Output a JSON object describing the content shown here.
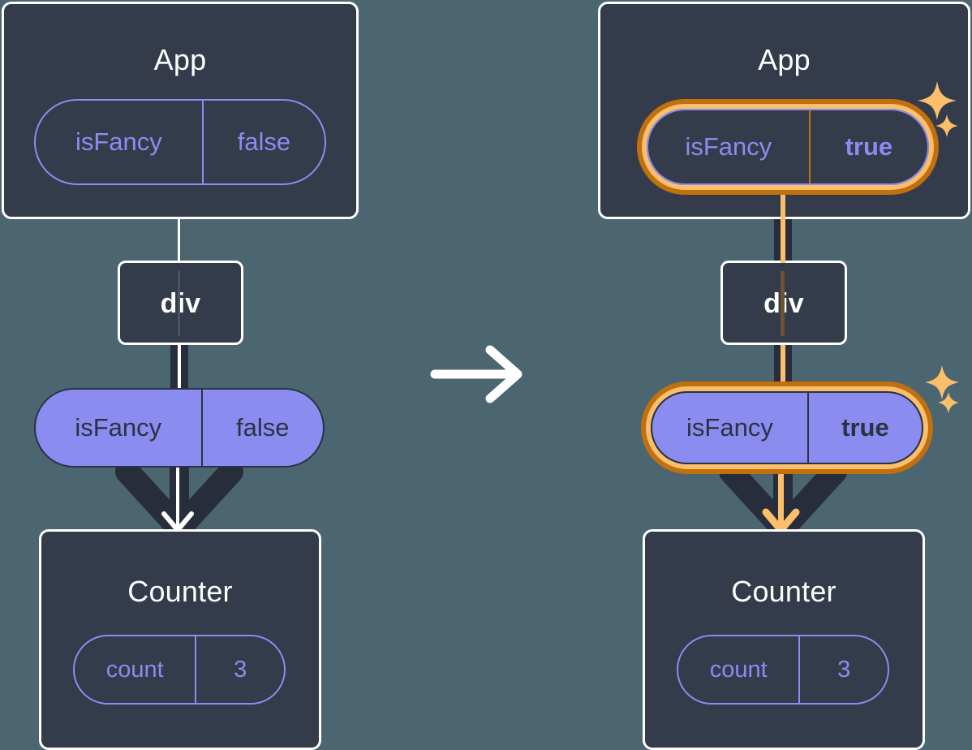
{
  "diagram": {
    "title_icon": "right-arrow-icon",
    "background_color": "#4B6670",
    "node_color": "#343B4A",
    "accent_purple": "#8A8CF0",
    "accent_orange": "#FBBF6C",
    "accent_orange_dark": "#C2700D",
    "transition_arrow_label": "→"
  },
  "before": {
    "app": {
      "title": "App",
      "state": {
        "key": "isFancy",
        "value": "false",
        "highlighted": false,
        "bold_value": false
      }
    },
    "div": {
      "title": "div"
    },
    "prop": {
      "key": "isFancy",
      "value": "false",
      "highlighted": false,
      "bold_value": false
    },
    "counter": {
      "title": "Counter",
      "state": {
        "key": "count",
        "value": "3",
        "highlighted": false,
        "bold_value": false
      }
    }
  },
  "after": {
    "app": {
      "title": "App",
      "state": {
        "key": "isFancy",
        "value": "true",
        "highlighted": true,
        "bold_value": true
      }
    },
    "div": {
      "title": "div"
    },
    "prop": {
      "key": "isFancy",
      "value": "true",
      "highlighted": true,
      "bold_value": true
    },
    "counter": {
      "title": "Counter",
      "state": {
        "key": "count",
        "value": "3",
        "highlighted": false,
        "bold_value": false
      }
    },
    "sparkles": [
      "sparkle-large",
      "sparkle-small"
    ]
  }
}
